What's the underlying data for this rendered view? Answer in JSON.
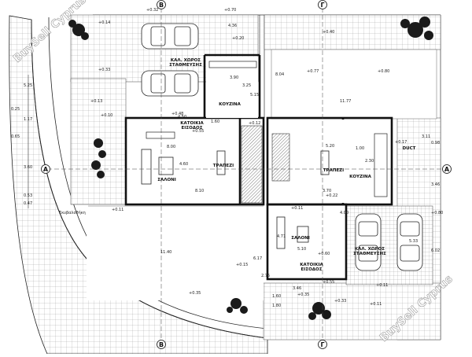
{
  "watermark": {
    "text": "BuySell Cyprus"
  },
  "grid_labels": {
    "b": "Β",
    "g": "Γ",
    "a": "A"
  },
  "rooms": {
    "parking_top": "ΚΑΛ. ΧΩΡΟΣ\nΣΤΑΘΜΕΥΣΗΣ",
    "kitchen_left": "ΚΟΥΖΙΝΑ",
    "entrance_left": "ΚΑΤΟΙΚΙΑ\nΕΙΣΟΔΟΣ",
    "living_left": "ΣΑΛΟΝΙ",
    "dining_left": "ΤΡΑΠΕΖΙ",
    "dining_right": "ΤΡΑΠΕΖΙ",
    "kitchen_right": "ΚΟΥΖΙΝΑ",
    "living_right": "ΣΑΛΟΝΙ",
    "parking_bottom": "ΚΑΛ. ΧΩΡΟΣ\nΣΤΑΘΜΕΥΣΗΣ",
    "entrance_right": "ΚΑΤΟΙΚΙΑ\nΕΙΣΟΔΟΣ",
    "duct": "DUCT",
    "retaining": "Σκυβαλοθήκη"
  },
  "levels": {
    "l1": "+0.32",
    "l2": "+0.70",
    "l3": "+0.14",
    "l4": "+0.33",
    "l5": "+0.20",
    "l6": "+0.40",
    "l7": "+0.77",
    "l8": "+0.80",
    "l9": "+0.13",
    "l10": "+0.10",
    "l11": "+0.48",
    "l12": "+0.55",
    "l13": "+0.17",
    "l14": "+0.12",
    "l15": "+0.11",
    "l16": "+0.22",
    "l17": "+0.11",
    "l18": "+0.80",
    "l19": "+0.15",
    "l20": "+0.60",
    "l21": "+0.55",
    "l22": "+0.11",
    "l23": "+0.35",
    "l24": "+0.35",
    "l25": "+0.33",
    "l26": "+0.11"
  },
  "dims": {
    "d1": "4.36",
    "d2": "3.90",
    "d3": "3.25",
    "d4": "5.15",
    "d5": "8.04",
    "d6": "11.77",
    "d7": "5.25",
    "d8": "0.25",
    "d9": "1.17",
    "d10": "0.65",
    "d11": "3.60",
    "d12": "0.53",
    "d13": "0.47",
    "d14": "4.50",
    "d15": "1.60",
    "d16": "4.60",
    "d17": "8.00",
    "d18": "8.10",
    "d19": "5.20",
    "d20": "1.00",
    "d21": "2.30",
    "d22": "3.70",
    "d23": "3.11",
    "d24": "0.98",
    "d25": "3.46",
    "d26": "4.71",
    "d27": "5.10",
    "d28": "5.33",
    "d29": "6.02",
    "d30": "11.40",
    "d31": "6.17",
    "d32": "3.46",
    "d33": "1.60",
    "d34": "1.80",
    "d35": "2.75",
    "d36": "4.00"
  }
}
